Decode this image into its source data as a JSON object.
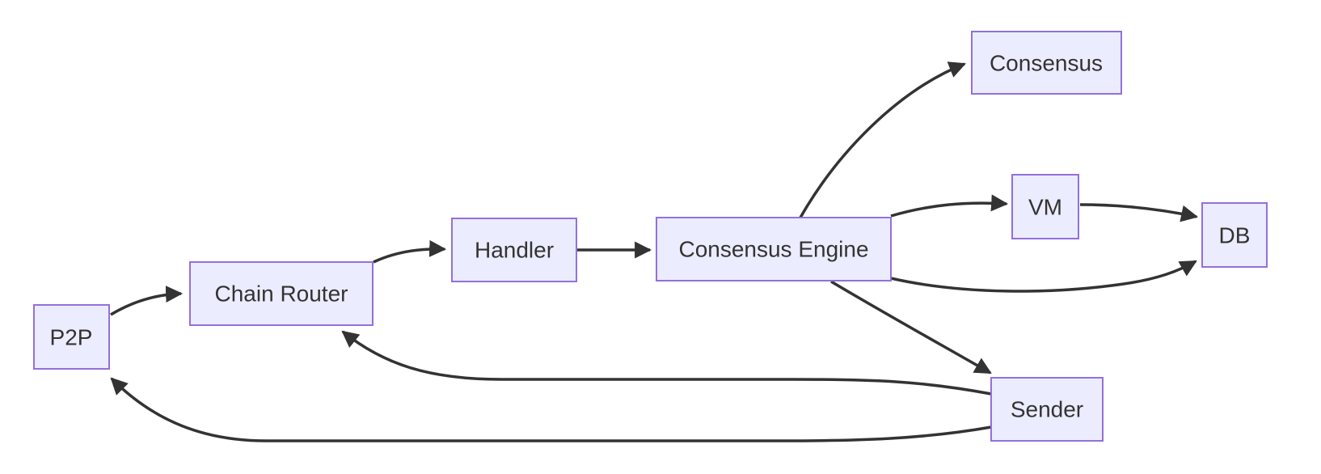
{
  "diagram": {
    "type": "flowchart",
    "direction": "left-to-right",
    "colors": {
      "node_fill": "#ECECFF",
      "node_border": "#9370DB",
      "edge": "#333333",
      "text": "#333333",
      "background": "#FFFFFF"
    },
    "nodes": [
      {
        "id": "p2p",
        "label": "P2P"
      },
      {
        "id": "chain_router",
        "label": "Chain Router"
      },
      {
        "id": "handler",
        "label": "Handler"
      },
      {
        "id": "consensus_engine",
        "label": "Consensus Engine"
      },
      {
        "id": "consensus",
        "label": "Consensus"
      },
      {
        "id": "vm",
        "label": "VM"
      },
      {
        "id": "db",
        "label": "DB"
      },
      {
        "id": "sender",
        "label": "Sender"
      }
    ],
    "edges": [
      {
        "from": "P2P",
        "to": "Chain Router"
      },
      {
        "from": "Chain Router",
        "to": "Handler"
      },
      {
        "from": "Handler",
        "to": "Consensus Engine"
      },
      {
        "from": "Consensus Engine",
        "to": "Consensus"
      },
      {
        "from": "Consensus Engine",
        "to": "VM"
      },
      {
        "from": "VM",
        "to": "DB"
      },
      {
        "from": "Consensus Engine",
        "to": "DB"
      },
      {
        "from": "Consensus Engine",
        "to": "Sender"
      },
      {
        "from": "Sender",
        "to": "Chain Router"
      },
      {
        "from": "Sender",
        "to": "P2P"
      }
    ]
  }
}
